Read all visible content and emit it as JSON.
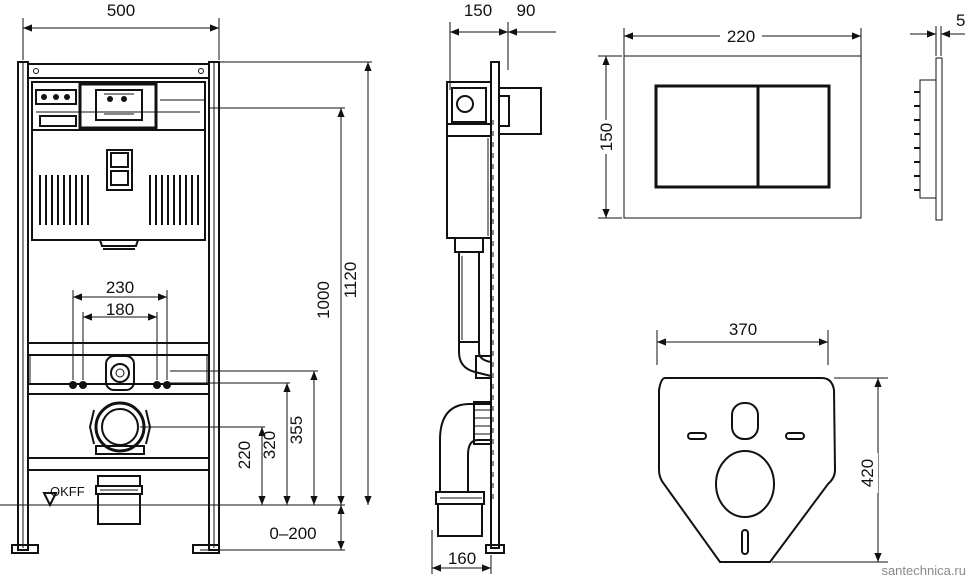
{
  "dimensions": {
    "frame_width": "500",
    "side_depth": "150",
    "side_offset": "90",
    "side_bottom": "160",
    "plate_width": "220",
    "plate_height": "150",
    "plate_thickness": "5",
    "bolt_spacing_outer": "230",
    "bolt_spacing_inner": "180",
    "height_1000": "1000",
    "height_1120": "1120",
    "height_220": "220",
    "height_320": "320",
    "height_355": "355",
    "adjust_range": "0–200",
    "mat_width": "370",
    "mat_height": "420"
  },
  "labels": {
    "floor_mark": "OKFF"
  },
  "watermark": "santechnica.ru"
}
